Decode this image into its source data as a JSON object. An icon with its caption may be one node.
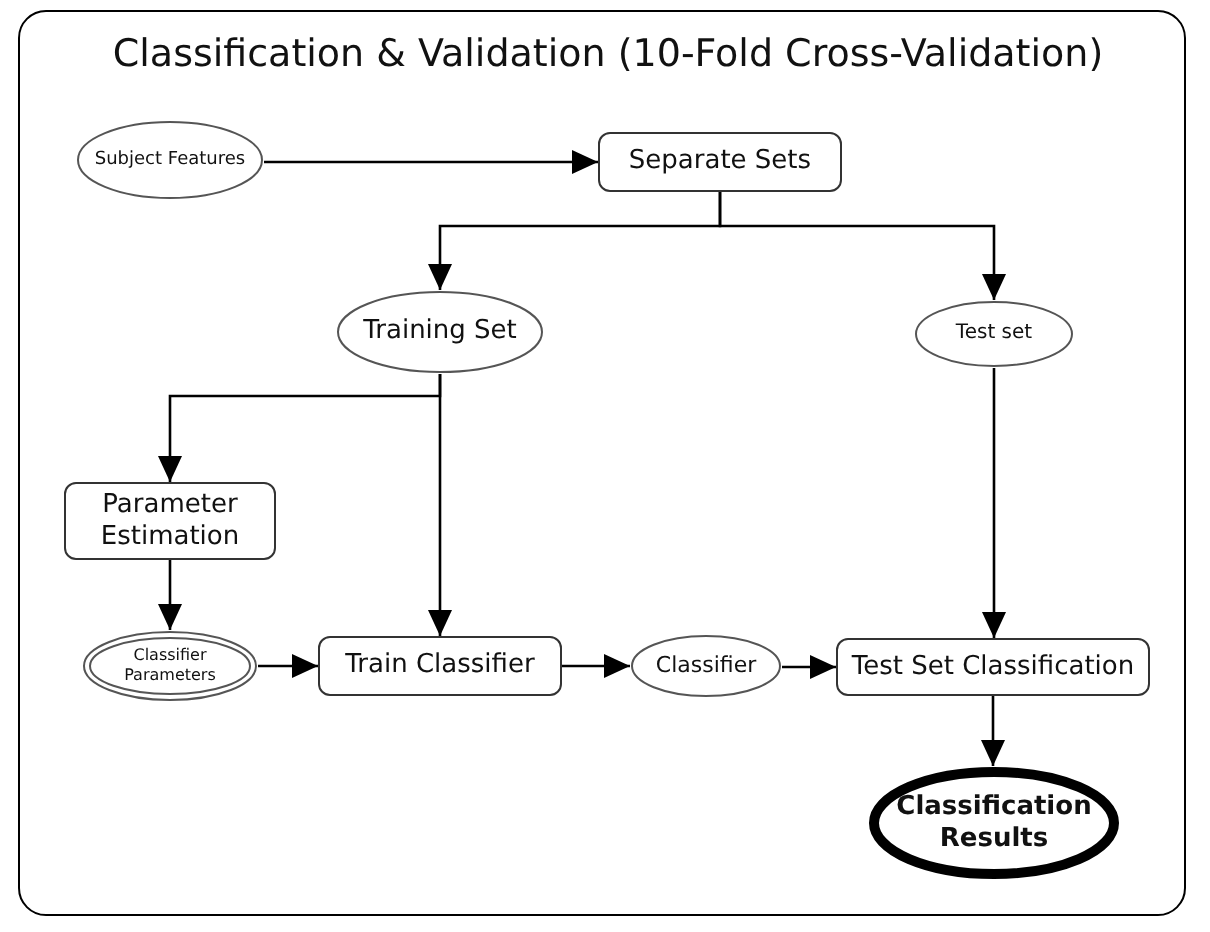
{
  "diagram": {
    "title": "Classification & Validation (10-Fold Cross-Validation)",
    "nodes": [
      {
        "text": [
          "Subject Features"
        ]
      },
      {
        "text": [
          "Separate Sets"
        ]
      },
      {
        "text": [
          "Training Set"
        ]
      },
      {
        "text": [
          "Test set"
        ]
      },
      {
        "text": [
          "Parameter Estimation"
        ]
      },
      {
        "text": [
          "Classifier Parameters"
        ]
      },
      {
        "text": [
          "Train Classifier"
        ]
      },
      {
        "text": [
          "Classifier"
        ]
      },
      {
        "text": [
          "Test Set Classification"
        ]
      },
      {
        "text": [
          "Classification Results"
        ]
      }
    ],
    "edges": [
      {
        "from": 0,
        "to": 1,
        "arrow": "to"
      },
      {
        "from": 1,
        "to": 2,
        "arrow": "to"
      },
      {
        "from": 1,
        "to": 3,
        "arrow": "to"
      },
      {
        "from": 2,
        "to": 4,
        "arrow": "to"
      },
      {
        "from": 2,
        "to": 6,
        "arrow": "to"
      },
      {
        "from": 3,
        "to": 8,
        "arrow": "to"
      },
      {
        "from": 4,
        "to": 5,
        "arrow": "to"
      },
      {
        "from": 5,
        "to": 6,
        "arrow": "to"
      },
      {
        "from": 6,
        "to": 7,
        "arrow": "to"
      },
      {
        "from": 7,
        "to": 8,
        "arrow": "to"
      },
      {
        "from": 8,
        "to": 9,
        "arrow": "to"
      }
    ]
  }
}
